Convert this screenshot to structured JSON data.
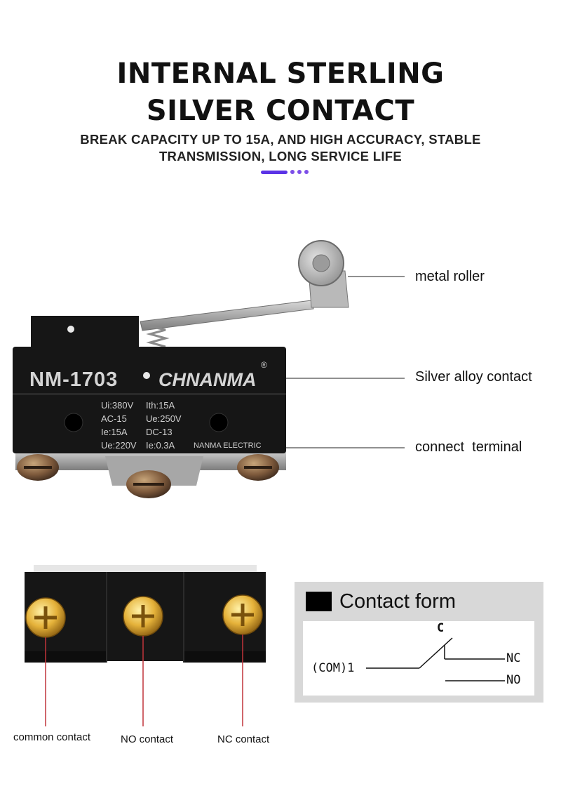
{
  "header": {
    "title_line1": "INTERNAL STERLING",
    "title_line2": "SILVER CONTACT",
    "subtitle_line1": "BREAK CAPACITY UP TO 15A, AND HIGH ACCURACY, STABLE",
    "subtitle_line2": "TRANSMISSION, LONG SERVICE LIFE"
  },
  "switch_label": {
    "model": "NM-1703",
    "brand": "CHNANMA",
    "registered_mark": "®",
    "specs": [
      "Ui:380V",
      "Ith:15A",
      "AC-15",
      "Ue:250V",
      "Ie:15A",
      "DC-13",
      "Ue:220V",
      "Ie:0.3A"
    ],
    "maker": "NANMA ELECTRIC"
  },
  "callouts": {
    "metal_roller": "metal roller",
    "silver_alloy_contact": "Silver alloy contact",
    "connect_terminal": "connect  terminal"
  },
  "terminal_captions": {
    "common": "common contact",
    "no": "NO contact",
    "nc": "NC contact"
  },
  "contact_form": {
    "title": "Contact form",
    "common_label": "C",
    "com_label": "(COM)1",
    "nc_label": "NC",
    "no_label": "NO"
  },
  "colors": {
    "accent_purple": "#5b33e6",
    "leader_red": "#c0343a",
    "switch_body": "#161616",
    "panel_gray": "#d8d8d8"
  }
}
